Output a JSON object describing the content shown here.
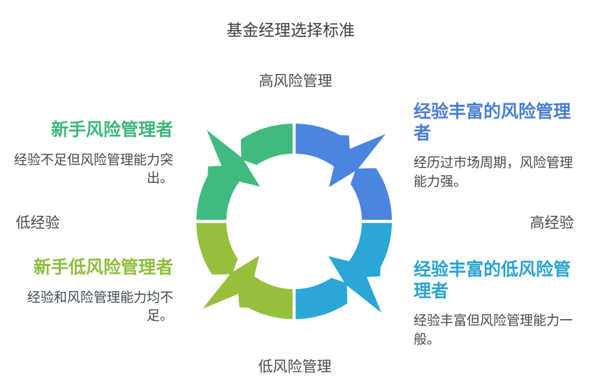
{
  "diagram_type": "quadrant-cycle",
  "title": "基金经理选择标准",
  "axes": {
    "top": "高风险管理",
    "bottom": "低风险管理",
    "left": "低经验",
    "right": "高经验"
  },
  "quadrants": [
    {
      "id": "novice-high-risk-manager",
      "position": "top-left",
      "heading": "新手风险管理者",
      "description": "经验不足但风险管理能力突\n出。",
      "heading_color": "#3db87a",
      "arc_color": "#40ba7e"
    },
    {
      "id": "experienced-high-risk-manager",
      "position": "top-right",
      "heading": "经验丰富的风险管理\n者",
      "description": "经历过市场周期，风险管理\n能力强。",
      "heading_color": "#4a7ed2",
      "arc_color": "#4b85e0"
    },
    {
      "id": "novice-low-risk-manager",
      "position": "bottom-left",
      "heading": "新手低风险管理者",
      "description": "经验和风险管理能力均不\n足。",
      "heading_color": "#8fbd3e",
      "arc_color": "#96c03c"
    },
    {
      "id": "experienced-low-risk-manager",
      "position": "bottom-right",
      "heading": "经验丰富的低风险管\n理者",
      "description": "经验丰富但风险管理能力一\n般。",
      "heading_color": "#29a3d0",
      "arc_color": "#2aa7d6"
    }
  ]
}
